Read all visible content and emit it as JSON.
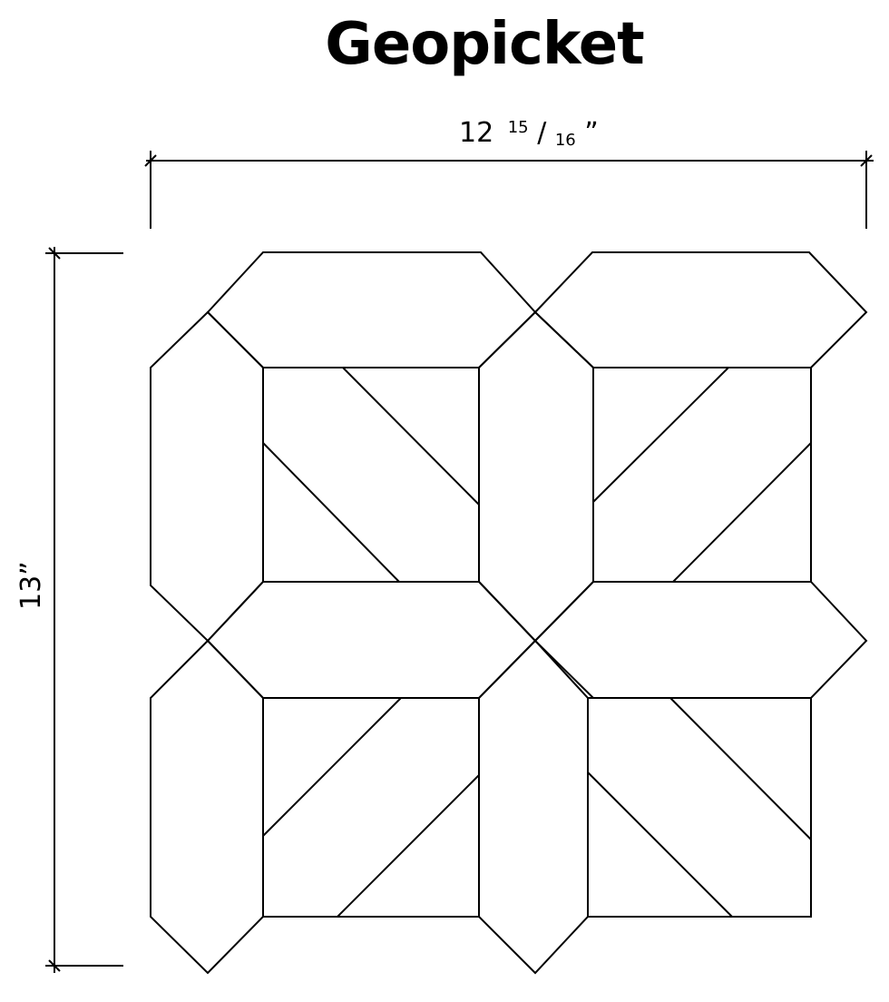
{
  "title": "Geopicket",
  "dimensions": {
    "width_label": {
      "whole": "12",
      "numerator": "15",
      "denominator": "16",
      "inch_mark": "”"
    },
    "height_label": "13”"
  },
  "colors": {
    "line": "#000000",
    "background": "#ffffff"
  }
}
